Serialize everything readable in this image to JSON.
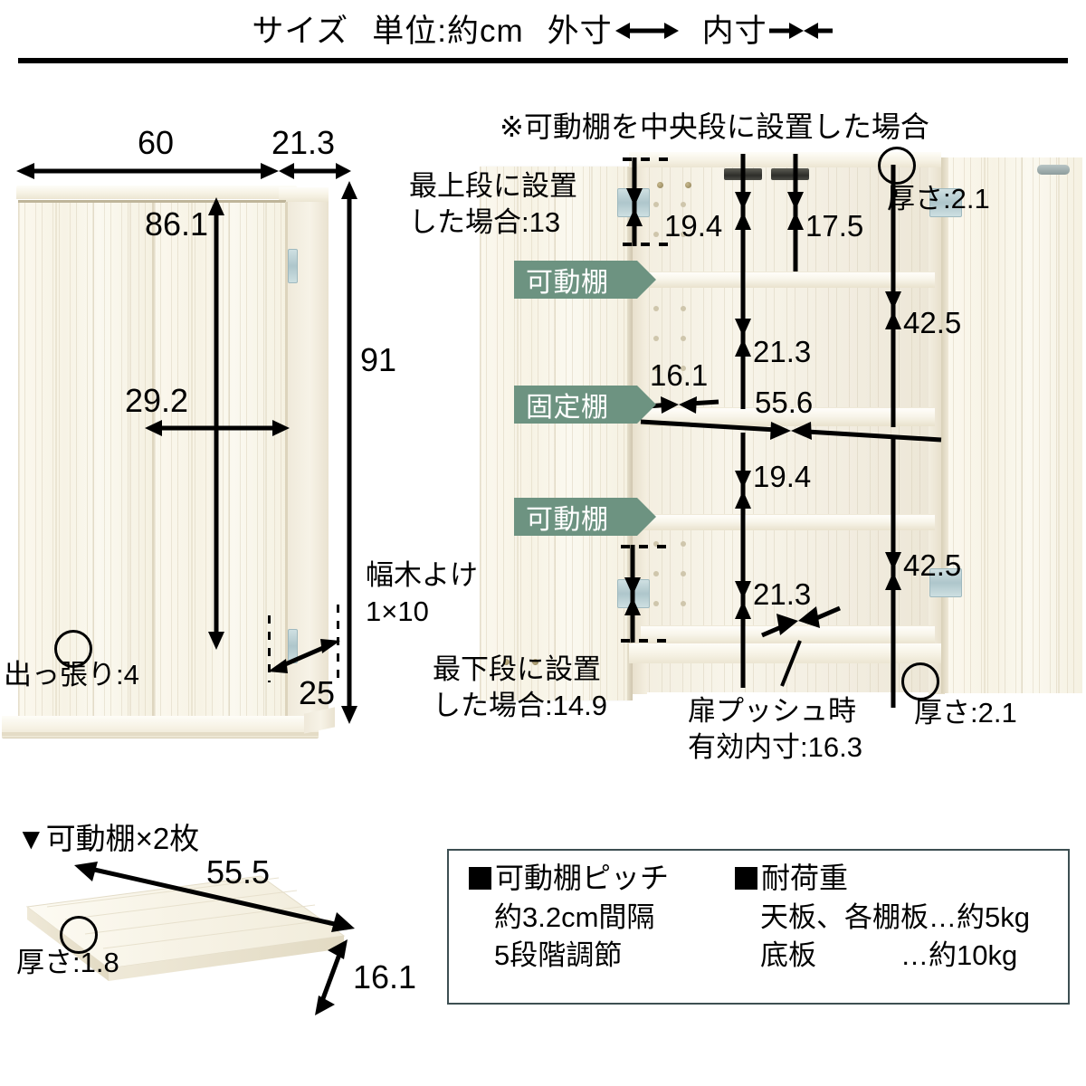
{
  "header": {
    "title": "サイズ",
    "unit": "単位:約cm",
    "outer_label": "外寸",
    "inner_label": "内寸"
  },
  "left_diagram": {
    "name": "closed-cabinet-front-view",
    "width_outer": "60",
    "width_side": "21.3",
    "door_height": "86.1",
    "total_height": "91",
    "inner_width": "29.2",
    "protrusion_label": "出っ張り:4",
    "depth": "25",
    "baseboard_label_line1": "幅木よけ",
    "baseboard_label_line2": "1×10"
  },
  "right_diagram": {
    "name": "open-cabinet-interior-view",
    "note": "※可動棚を中央段に設置した場合",
    "top_shelf_note_line1": "最上段に設置",
    "top_shelf_note_line2": "した場合:13",
    "bottom_shelf_note_line1": "最下段に設置",
    "bottom_shelf_note_line2": "した場合:14.9",
    "door_push_note_line1": "扉プッシュ時",
    "door_push_note_line2": "有効内寸:16.3",
    "thickness_top": "厚さ:2.1",
    "thickness_bottom": "厚さ:2.1",
    "dim_19_4_top": "19.4",
    "dim_17_5": "17.5",
    "dim_21_3_upper": "21.3",
    "dim_16_1": "16.1",
    "dim_55_6": "55.6",
    "dim_42_5_upper": "42.5",
    "dim_19_4_lower": "19.4",
    "dim_21_3_lower": "21.3",
    "dim_42_5_lower": "42.5",
    "tag_adjustable_top": "可動棚",
    "tag_fixed": "固定棚",
    "tag_adjustable_bottom": "可動棚"
  },
  "shelf_board": {
    "title": "▼可動棚×2枚",
    "length": "55.5",
    "depth": "16.1",
    "thickness": "厚さ:1.8"
  },
  "info_box": {
    "col1_head": "可動棚ピッチ",
    "col1_line1": "約3.2cm間隔",
    "col1_line2": "5段階調節",
    "col2_head": "耐荷重",
    "col2_line1": "天板、各棚板…約5kg",
    "col2_line2": "底板　　　…約10kg"
  },
  "colors": {
    "tag_green": "#6d9381",
    "info_border": "#3d4f52",
    "line_black": "#000000",
    "wood_cream": "#f7f3e5"
  }
}
